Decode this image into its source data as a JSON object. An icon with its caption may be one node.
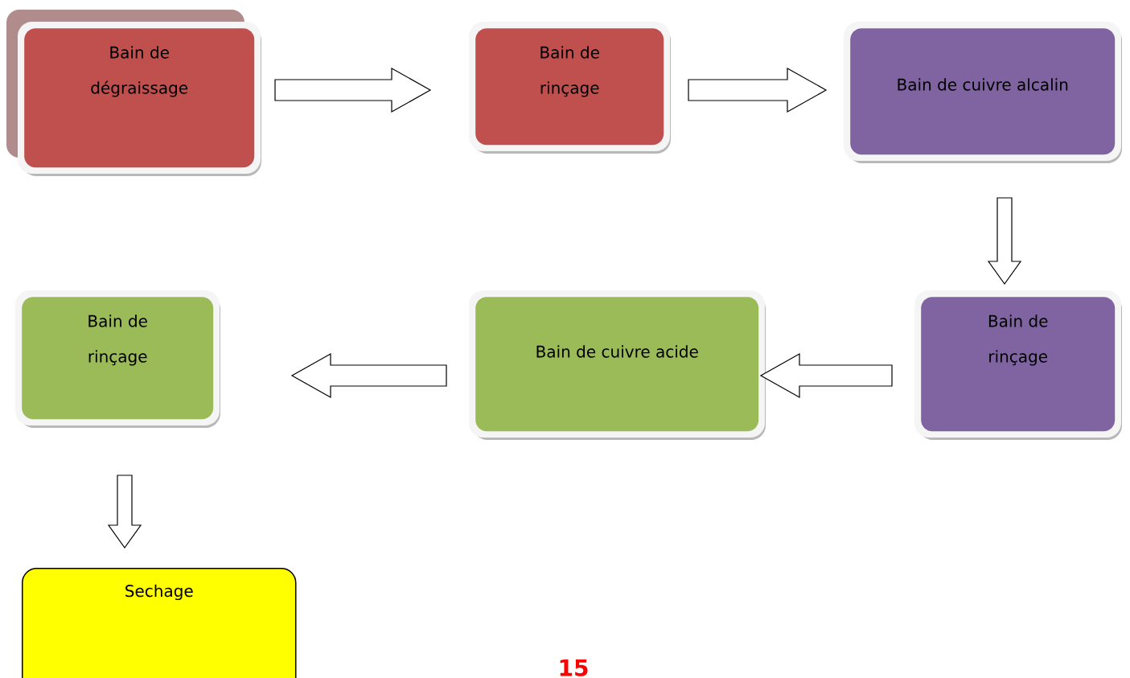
{
  "diagram": {
    "nodes": [
      {
        "text": [
          "Bain de dégraissage"
        ]
      },
      {
        "text": [
          "Bain de rinçage"
        ]
      },
      {
        "text": [
          "Bain de cuivre alcalin"
        ]
      },
      {
        "text": [
          "Bain de rinçage"
        ]
      },
      {
        "text": [
          "Bain de cuivre acide"
        ]
      },
      {
        "text": [
          "Bain de rinçage"
        ]
      },
      {
        "text": [
          "Sechage"
        ]
      }
    ],
    "edges": [
      {
        "from": 0,
        "to": 1,
        "arrow": "to"
      },
      {
        "from": 1,
        "to": 2,
        "arrow": "to"
      },
      {
        "from": 2,
        "to": 3,
        "arrow": "to"
      },
      {
        "from": 3,
        "to": 4,
        "arrow": "to"
      },
      {
        "from": 4,
        "to": 5,
        "arrow": "to"
      },
      {
        "from": 5,
        "to": 6,
        "arrow": "to"
      }
    ],
    "labels": [
      "15"
    ]
  }
}
